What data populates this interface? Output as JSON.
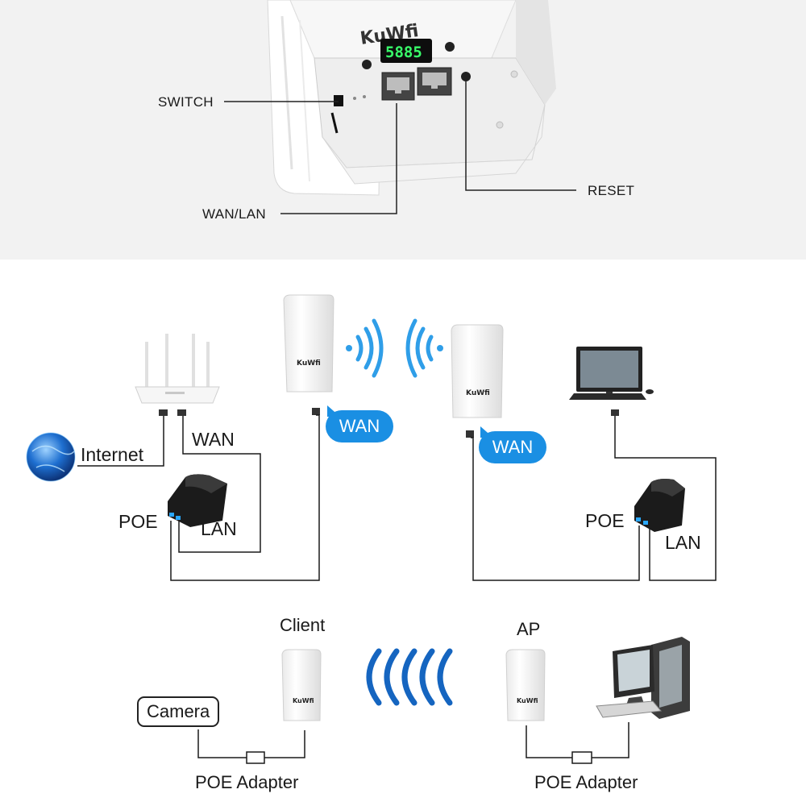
{
  "product": {
    "brand": "KuWfi",
    "display_readout": "5885"
  },
  "top_callouts": {
    "switch": "SWITCH",
    "reset": "RESET",
    "wan_lan": "WAN/LAN"
  },
  "middle_diagram": {
    "internet": "Internet",
    "router_wan": "WAN",
    "left_poe": "POE",
    "left_lan": "LAN",
    "bubble_left": "WAN",
    "bubble_right": "WAN",
    "right_poe": "POE",
    "right_lan": "LAN"
  },
  "bottom_diagram": {
    "client": "Client",
    "ap": "AP",
    "camera": "Camera",
    "poe_adapter_left": "POE Adapter",
    "poe_adapter_right": "POE Adapter"
  },
  "colors": {
    "accent_blue": "#1a8fe3",
    "wave_blue": "#1565c0",
    "top_panel_bg": "#f2f2f2"
  },
  "icons": [
    "router-icon",
    "globe-icon",
    "poe-injector-icon",
    "cpe-device-icon",
    "monitor-icon",
    "keyboard-icon",
    "desktop-pc-icon",
    "wifi-wave-icon"
  ]
}
